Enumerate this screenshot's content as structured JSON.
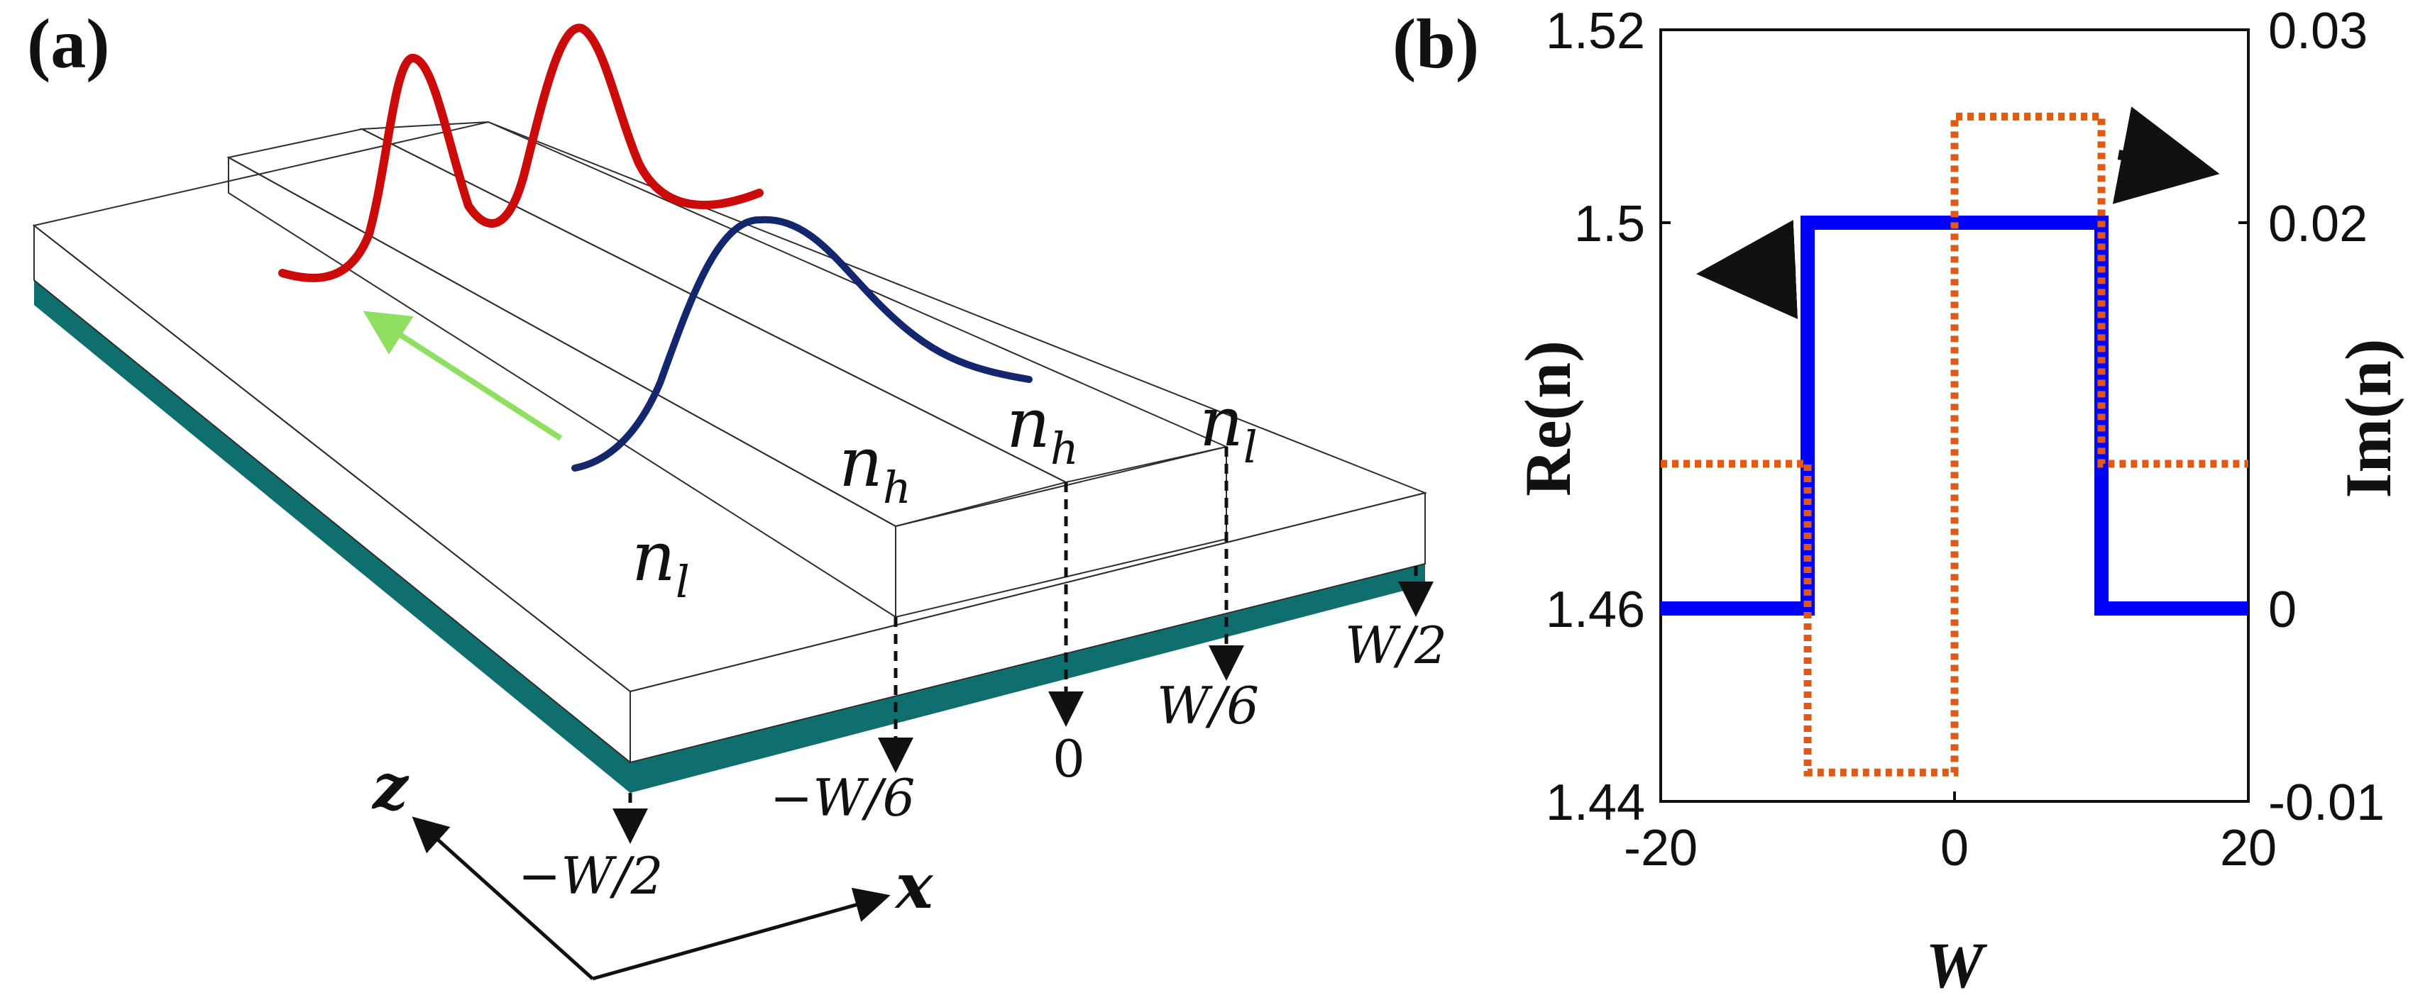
{
  "panel_a": {
    "label": "(a)",
    "region_labels": {
      "left_cladding": "n_l",
      "core_left": "n_h",
      "core_right": "n_h",
      "right_cladding": "n_l"
    },
    "positions": {
      "minus_half": "−W/2",
      "minus_sixth": "−W/6",
      "zero": "0",
      "plus_sixth": "W/6",
      "plus_half": "W/2"
    },
    "axes": {
      "z": "z",
      "x": "x"
    },
    "colors": {
      "cladding_top": "#6e6a05",
      "cladding_front": "#a39f00",
      "substrate": "#0f6f6f",
      "core_left_top": "#0a9a9a",
      "core_right_top": "#0a6b6b",
      "core_front": "#18aaaa",
      "mode_red": "#cc0a0a",
      "mode_blue": "#13266e",
      "propagation_arrow": "#8fe060"
    }
  },
  "panel_b": {
    "label": "(b)"
  },
  "chart_data": {
    "type": "line",
    "xlabel": "W",
    "ylabel_left": "Re(n)",
    "ylabel_right": "Im(n)",
    "xlim": [
      -20,
      20
    ],
    "ylim_left": [
      1.44,
      1.52
    ],
    "ylim_right": [
      -0.01,
      0.03
    ],
    "x_ticks": [
      "-20",
      "0",
      "20"
    ],
    "y_ticks_left": [
      "1.44",
      "1.46",
      "1.5",
      "1.52"
    ],
    "y_ticks_right": [
      "-0.01",
      "0",
      "0.02",
      "0.03"
    ],
    "series": [
      {
        "axis": "left",
        "color": "#0000ff",
        "style": "solid",
        "x": [
          -20,
          -10,
          -10,
          10,
          10,
          20
        ],
        "y": [
          1.46,
          1.46,
          1.5,
          1.5,
          1.46,
          1.46
        ]
      },
      {
        "axis": "right",
        "color": "#e05a14",
        "style": "dotted",
        "x": [
          -20,
          -10,
          -10,
          0,
          0,
          10,
          10,
          20
        ],
        "y": [
          0.0075,
          0.0075,
          -0.0085,
          -0.0085,
          0.0255,
          0.0255,
          0.0075,
          0.0075
        ]
      }
    ],
    "grid": false
  }
}
